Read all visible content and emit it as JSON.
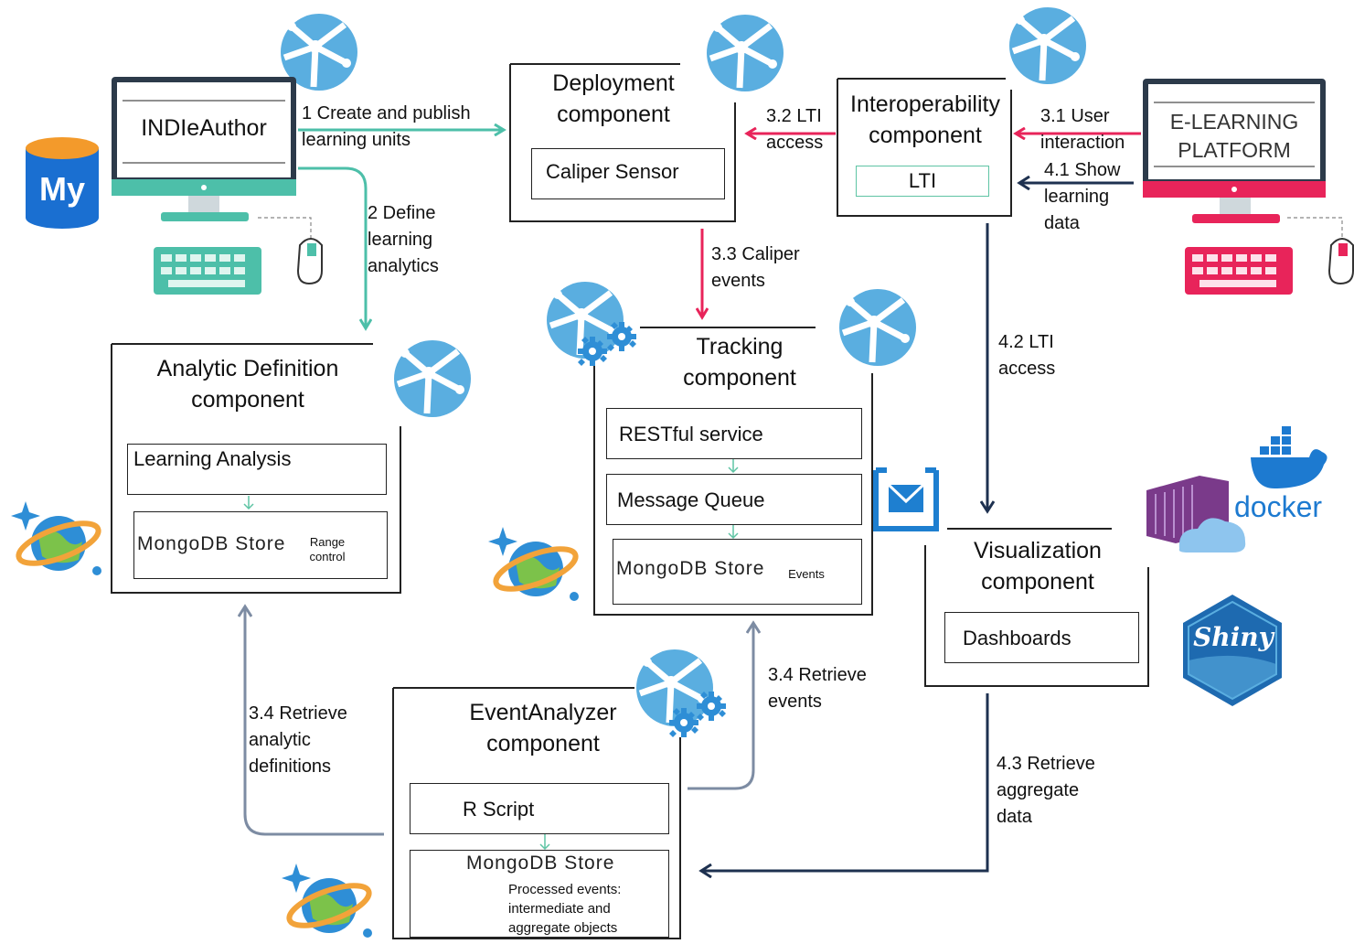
{
  "components": {
    "deployment": {
      "title": "Deployment\ncomponent",
      "inner": "Caliper Sensor"
    },
    "interoperability": {
      "title": "Interoperability\ncomponent",
      "inner": "LTI"
    },
    "analytic_definition": {
      "title": "Analytic Definition\ncomponent",
      "inner": "Learning Analysis",
      "store": "MongoDB Store",
      "store_badge": "Range\ncontrol"
    },
    "tracking": {
      "title": "Tracking\ncomponent",
      "service": "RESTful service",
      "queue": "Message Queue",
      "store": "MongoDB Store",
      "store_badge": "Events"
    },
    "visualization": {
      "title": "Visualization\ncomponent",
      "inner": "Dashboards"
    },
    "event_analyzer": {
      "title": "EventAnalyzer\ncomponent",
      "script": "R Script",
      "store": "MongoDB Store",
      "store_note": "Processed events:\nintermediate and\naggregate objects"
    }
  },
  "actors": {
    "indieauthor": "INDIeAuthor",
    "elearning": "E-LEARNING\nPLATFORM"
  },
  "edges": {
    "e1": "1 Create and publish\nlearning units",
    "e2": "2 Define\nlearning\nanalytics",
    "e31": "3.1 User\ninteraction",
    "e32": "3.2 LTI\naccess",
    "e33": "3.3 Caliper\nevents",
    "e34a": "3.4 Retrieve\nevents",
    "e34b": "3.4 Retrieve\nanalytic\ndefinitions",
    "e41": "4.1 Show\nlearning\ndata",
    "e42": "4.2 LTI\naccess",
    "e43": "4.3 Retrieve\naggregate\ndata"
  },
  "logos": {
    "mysql": "My",
    "docker": "docker",
    "shiny": "Shiny"
  },
  "colors": {
    "teal": "#4dbfa9",
    "pink": "#e8245a",
    "navy": "#1e3150",
    "slate": "#7d8ca3",
    "azure": "#5aaee0",
    "mint": "#5ec4a4"
  }
}
